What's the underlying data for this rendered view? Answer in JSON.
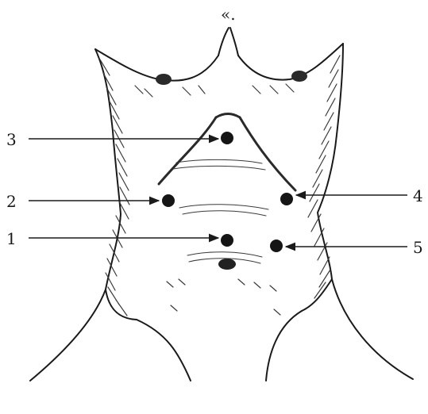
{
  "figure": {
    "top_mark": "«.",
    "markers": [
      {
        "id": "marker-3",
        "label": "3"
      },
      {
        "id": "marker-2",
        "label": "2"
      },
      {
        "id": "marker-1",
        "label": "1"
      },
      {
        "id": "marker-4",
        "label": "4"
      },
      {
        "id": "marker-5",
        "label": "5"
      }
    ],
    "colors": {
      "ink": "#1a1a1a",
      "hatch": "#3a3a3a",
      "background": "#ffffff"
    }
  }
}
